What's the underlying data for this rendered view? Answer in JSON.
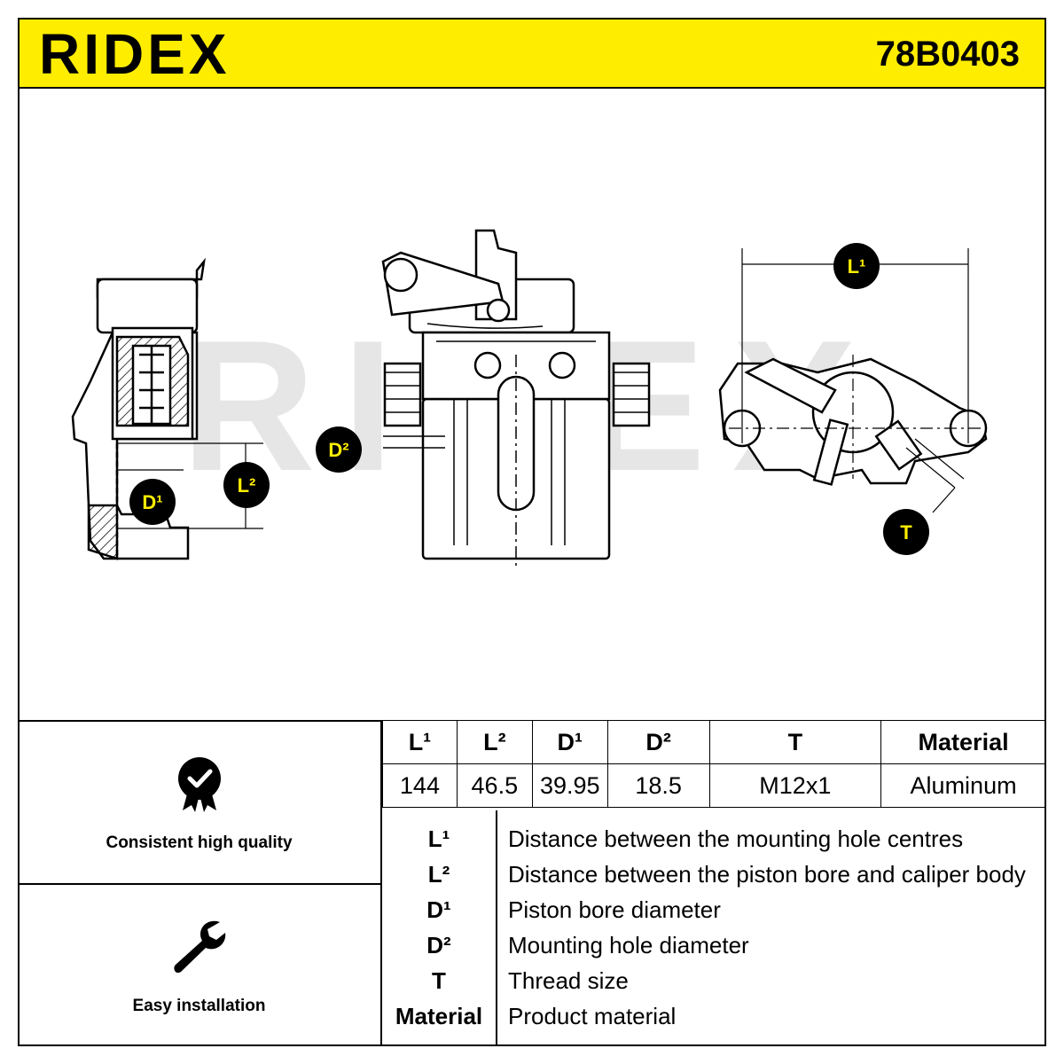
{
  "header": {
    "brand": "RIDEX",
    "part_number": "78B0403",
    "background_color": "#ffed00"
  },
  "drawing": {
    "watermark": "RIDEX",
    "callouts": {
      "l1": "L¹",
      "l2": "L²",
      "d1": "D¹",
      "d2": "D²",
      "t": "T"
    }
  },
  "features": [
    {
      "label": "Consistent high quality",
      "icon": "quality-badge-icon"
    },
    {
      "label": "Easy installation",
      "icon": "wrench-icon"
    }
  ],
  "spec_table": {
    "headers": [
      "L¹",
      "L²",
      "D¹",
      "D²",
      "T",
      "Material"
    ],
    "values": [
      "144",
      "46.5",
      "39.95",
      "18.5",
      "M12x1",
      "Aluminum"
    ]
  },
  "legend": [
    {
      "symbol": "L¹",
      "description": "Distance between the mounting hole centres"
    },
    {
      "symbol": "L²",
      "description": "Distance between the piston bore and caliper body"
    },
    {
      "symbol": "D¹",
      "description": "Piston bore diameter"
    },
    {
      "symbol": "D²",
      "description": "Mounting hole diameter"
    },
    {
      "symbol": "T",
      "description": "Thread size"
    },
    {
      "symbol": "Material",
      "description": "Product material"
    }
  ]
}
